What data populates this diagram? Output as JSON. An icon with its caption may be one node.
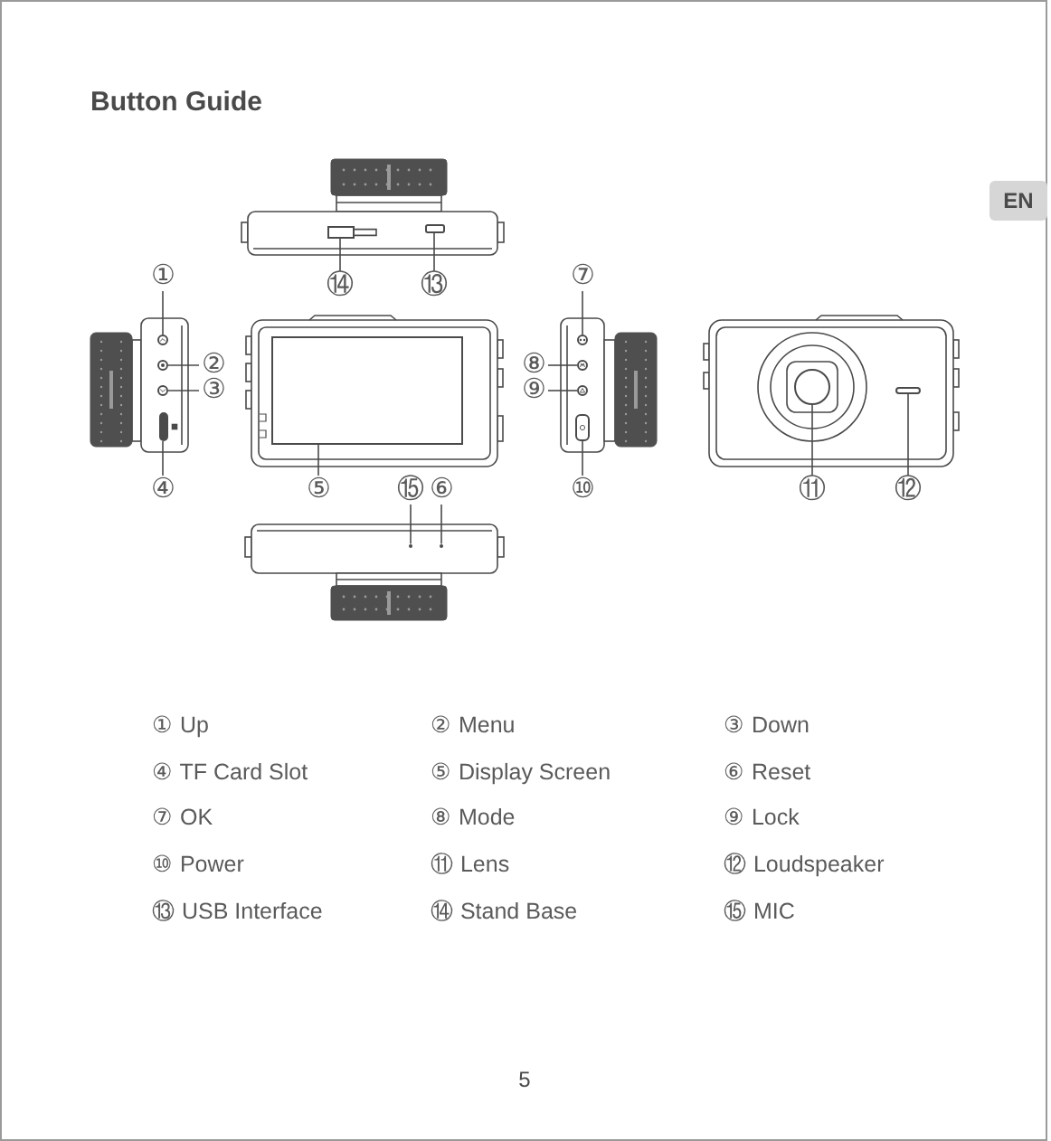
{
  "diagram": {
    "title": "Button Guide",
    "nodes": [
      {
        "text": [],
        "shape": "box"
      },
      {
        "text": [],
        "shape": "box"
      },
      {
        "text": [
          "⑭"
        ]
      },
      {
        "text": [
          "⑬"
        ]
      },
      {
        "text": [
          "①"
        ]
      },
      {
        "text": [
          "⑦"
        ]
      },
      {
        "text": [],
        "shape": "circle"
      },
      {
        "text": [],
        "shape": "circle"
      },
      {
        "text": [],
        "shape": "circle"
      },
      {
        "text": [
          "②"
        ]
      },
      {
        "text": [
          "③"
        ]
      },
      {
        "text": [],
        "shape": "bar"
      },
      {
        "text": [],
        "shape": "box"
      },
      {
        "text": [
          "⑧"
        ]
      },
      {
        "text": [
          "⑨"
        ]
      },
      {
        "text": [],
        "shape": "circle"
      },
      {
        "text": [],
        "shape": "circle"
      },
      {
        "text": [],
        "shape": "circle"
      },
      {
        "text": [],
        "shape": "box"
      },
      {
        "text": [],
        "shape": "circle"
      },
      {
        "text": [],
        "shape": "bar"
      },
      {
        "text": [
          "④"
        ]
      },
      {
        "text": [
          "⑤"
        ]
      },
      {
        "text": [
          "⑮"
        ]
      },
      {
        "text": [
          "⑥"
        ]
      },
      {
        "text": [
          "⑩"
        ]
      },
      {
        "text": [
          "⑪"
        ]
      },
      {
        "text": [
          "⑫"
        ]
      },
      {
        "text": [],
        "shape": "circle"
      },
      {
        "text": [],
        "shape": "circle"
      }
    ],
    "edges": [
      {
        "from": 2,
        "to": 0,
        "arrow": "none"
      },
      {
        "from": 3,
        "to": 1,
        "arrow": "none"
      },
      {
        "from": 4,
        "to": 6,
        "arrow": "none"
      },
      {
        "from": 5,
        "to": 15,
        "arrow": "none"
      },
      {
        "from": 9,
        "to": 7,
        "arrow": "none"
      },
      {
        "from": 10,
        "to": 8,
        "arrow": "none"
      },
      {
        "from": 13,
        "to": 16,
        "arrow": "none"
      },
      {
        "from": 14,
        "to": 17,
        "arrow": "none"
      },
      {
        "from": 21,
        "to": 11,
        "arrow": "none"
      },
      {
        "from": 22,
        "to": 12,
        "arrow": "none"
      },
      {
        "from": 23,
        "to": 28,
        "arrow": "none"
      },
      {
        "from": 24,
        "to": 29,
        "arrow": "none"
      },
      {
        "from": 25,
        "to": 18,
        "arrow": "none"
      },
      {
        "from": 26,
        "to": 19,
        "arrow": "none"
      },
      {
        "from": 27,
        "to": 20,
        "arrow": "none"
      }
    ],
    "labels": [
      "EN",
      "① Up",
      "② Menu",
      "③ Down",
      "④ TF Card Slot",
      "⑤ Display Screen",
      "⑥ Reset",
      "⑦ OK",
      "⑧ Mode",
      "⑨ Lock",
      "⑩ Power",
      "⑪ Lens",
      "⑫ Loudspeaker",
      "⑬ USB Interface",
      "⑭ Stand Base",
      "⑮ MIC",
      "5"
    ]
  }
}
